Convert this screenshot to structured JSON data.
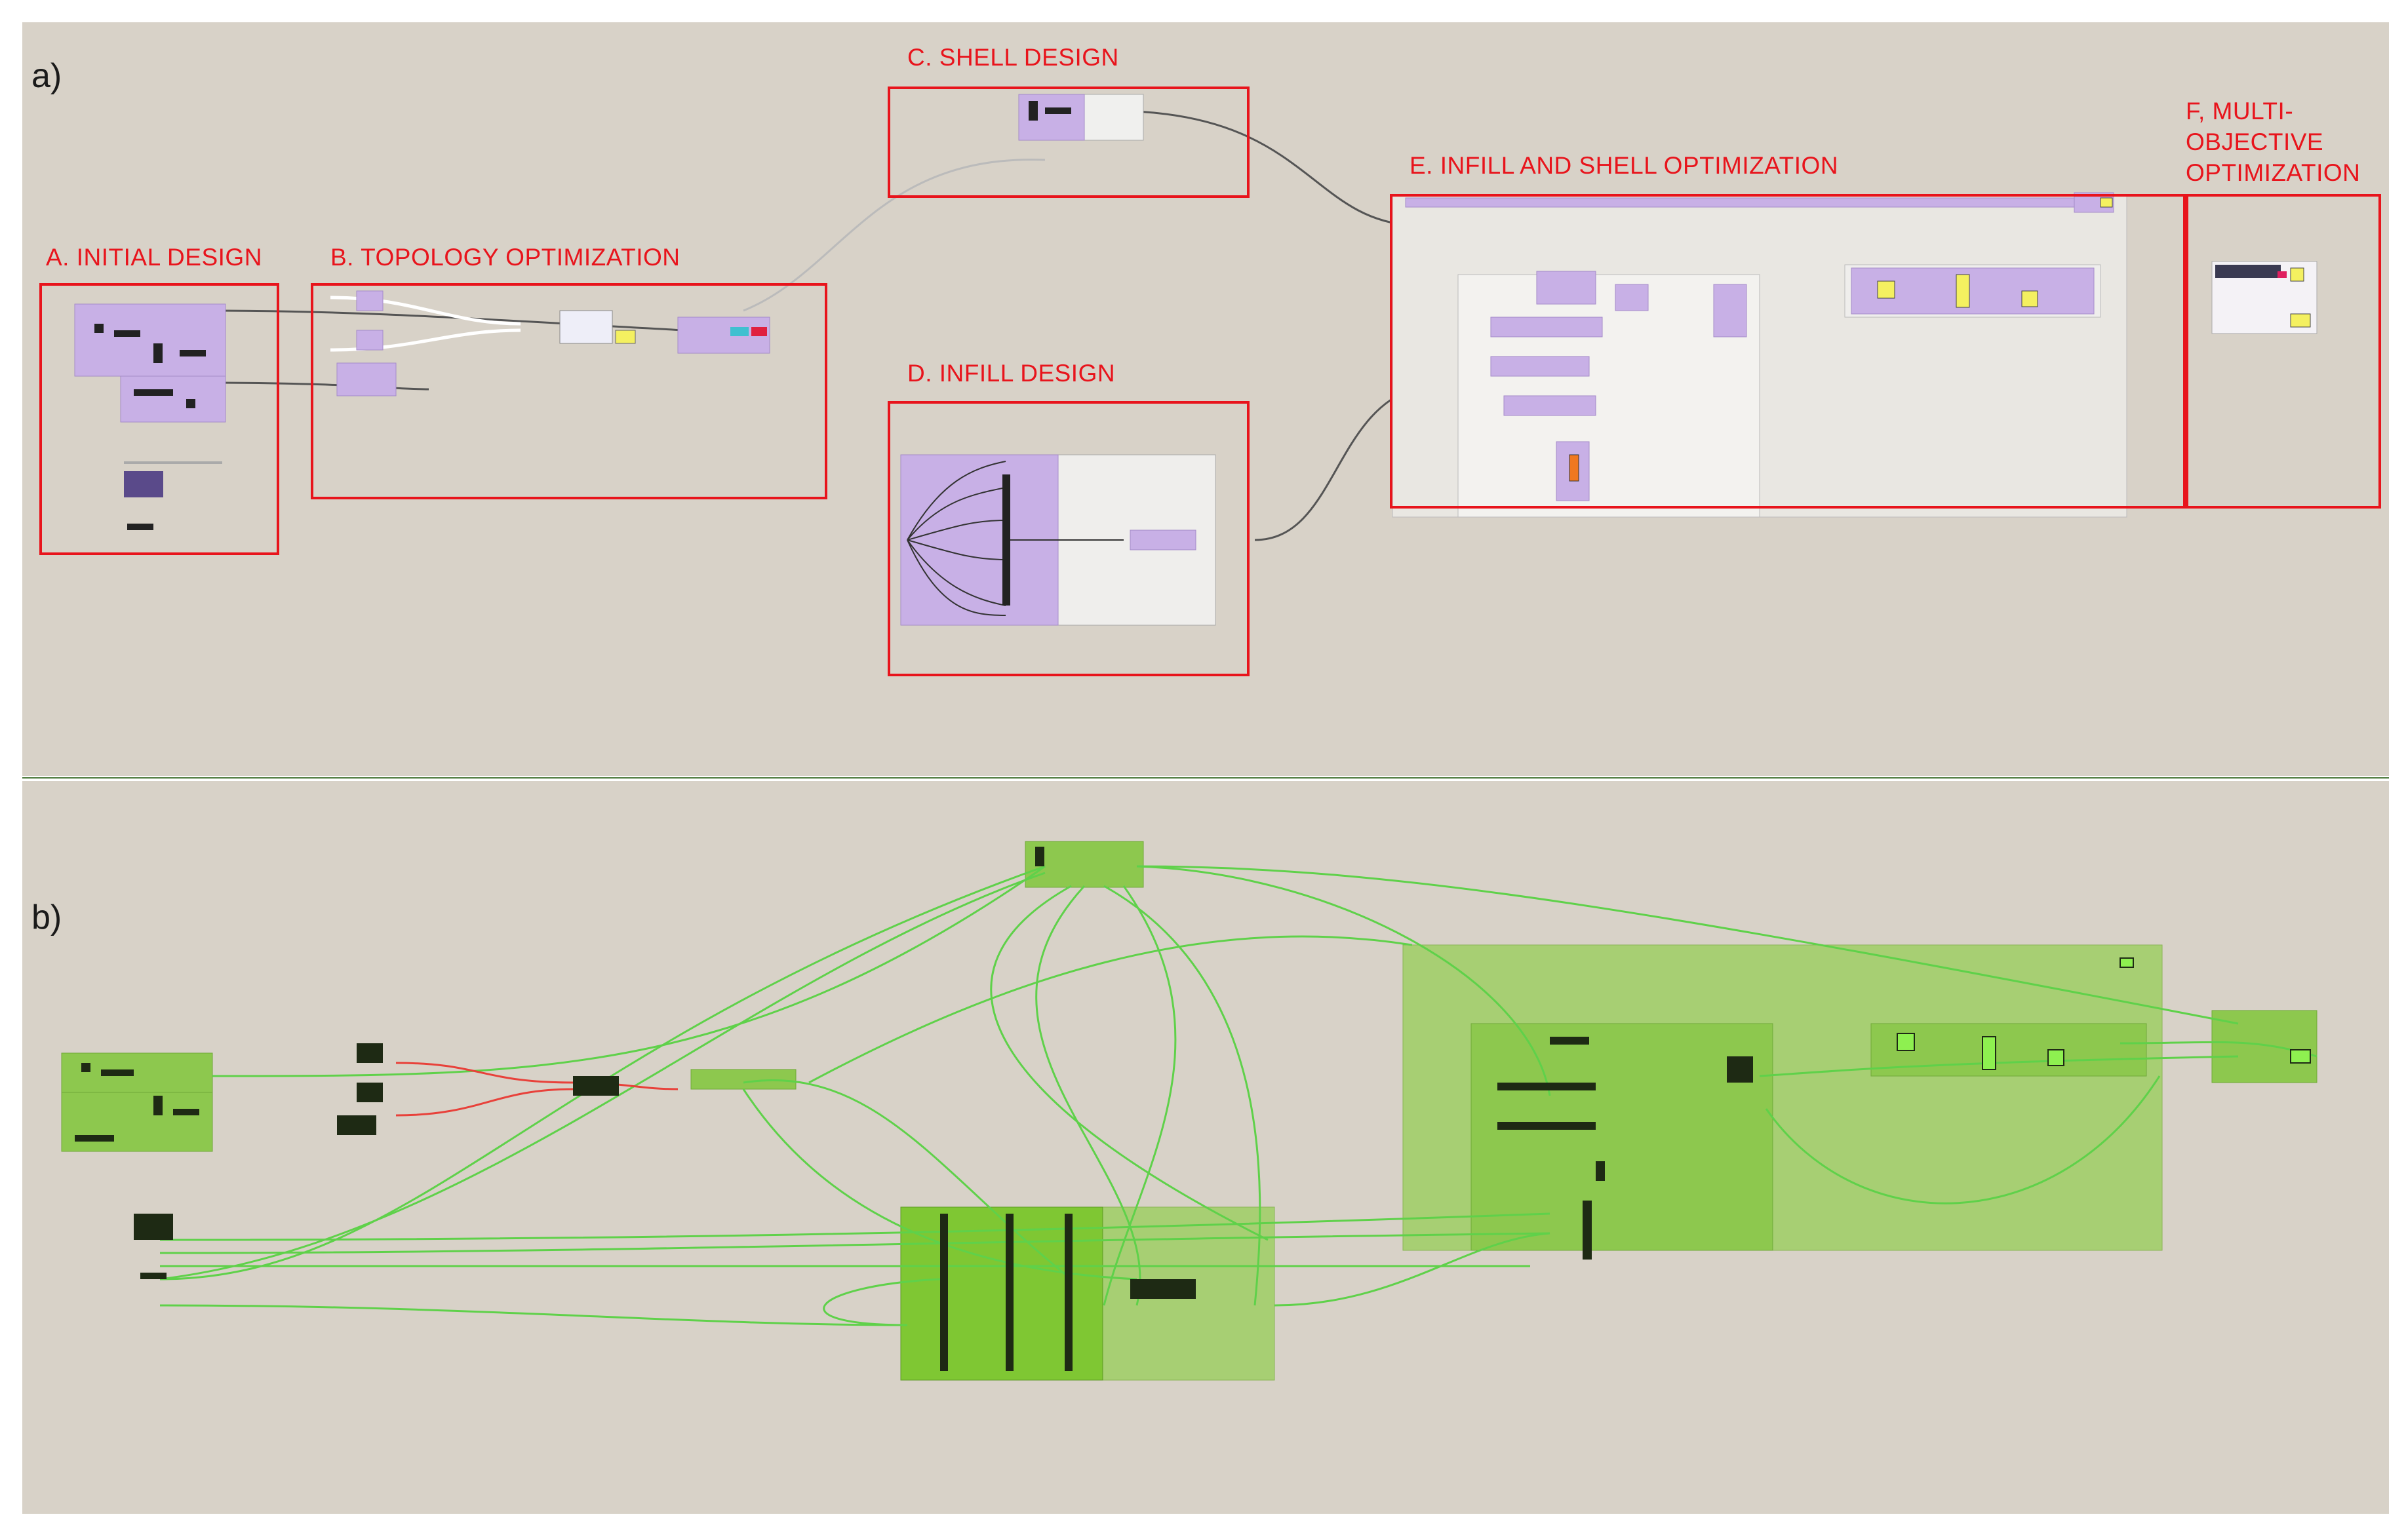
{
  "panels": {
    "a": {
      "label": "a)"
    },
    "b": {
      "label": "b)"
    }
  },
  "regions": {
    "initial": "A. INITIAL DESIGN",
    "topology": "B. TOPOLOGY OPTIMIZATION",
    "shell": "C. SHELL DESIGN",
    "infill": "D. INFILL DESIGN",
    "infill_shell": "E. INFILL AND SHELL OPTIMIZATION",
    "multi": "F, MULTI-\nOBJECTIVE\nOPTIMIZATION"
  },
  "colors": {
    "canvas": "#d8d2c8",
    "frame": "#e8141c",
    "group_purple": "#c8b0e6",
    "group_green": "#7fc733",
    "wire_green": "#5fd14a",
    "wire_gray": "#666666",
    "wire_red": "#e8413a",
    "param_yellow": "#f4f060"
  }
}
